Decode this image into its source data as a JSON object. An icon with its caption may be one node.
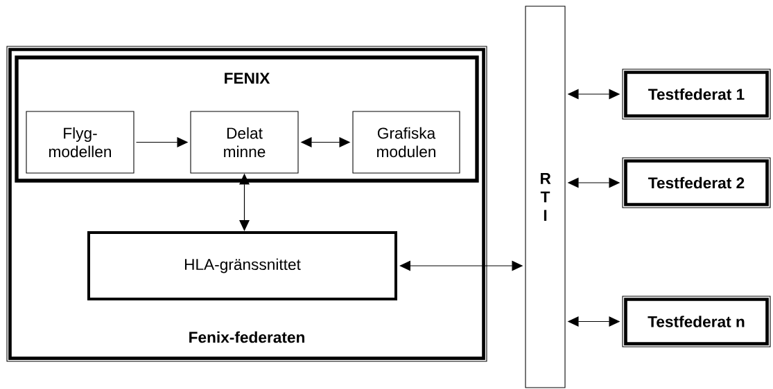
{
  "diagram": {
    "nodes": [
      {
        "text": [
          "Fenix-federaten"
        ]
      },
      {
        "text": [
          "FENIX"
        ],
        "in": 0
      },
      {
        "text": [
          "Flyg- modellen"
        ],
        "in": 1
      },
      {
        "text": [
          "Delat minne"
        ],
        "in": 1
      },
      {
        "text": [
          "Grafiska modulen"
        ],
        "in": 1
      },
      {
        "text": [
          "HLA-gränssnittet"
        ],
        "in": 0
      },
      {
        "text": [
          "R T I"
        ]
      },
      {
        "text": [
          "Testfederat 1"
        ]
      },
      {
        "text": [
          "Testfederat 2"
        ]
      },
      {
        "text": [
          "Testfederat n"
        ]
      }
    ],
    "edges": [
      {
        "from": 2,
        "to": 3,
        "arrow": "to"
      },
      {
        "from": 3,
        "to": 4,
        "arrow": "both"
      },
      {
        "from": 3,
        "to": 5,
        "arrow": "both"
      },
      {
        "from": 5,
        "to": 6,
        "arrow": "both"
      },
      {
        "from": 6,
        "to": 7,
        "arrow": "both"
      },
      {
        "from": 6,
        "to": 8,
        "arrow": "both"
      },
      {
        "from": 6,
        "to": 9,
        "arrow": "both"
      }
    ]
  }
}
